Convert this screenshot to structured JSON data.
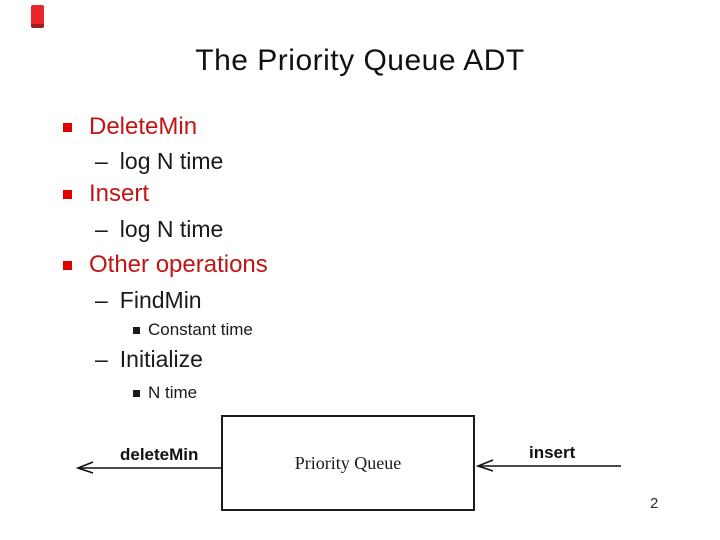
{
  "slide": {
    "title": "The Priority Queue ADT",
    "page_number": "2",
    "colors": {
      "bullet_text_red": "#c21414",
      "bullet_square_red": "#e00000",
      "body_text": "#1a1a1a",
      "red_tab": "#e8262b",
      "background": "#ffffff"
    }
  },
  "markers": {
    "dash": "–"
  },
  "bullets": {
    "items": [
      {
        "level": 1,
        "text": "DeleteMin"
      },
      {
        "level": 2,
        "text": "log N time"
      },
      {
        "level": 1,
        "text": "Insert"
      },
      {
        "level": 2,
        "text": "log N time"
      },
      {
        "level": 1,
        "text": "Other operations"
      },
      {
        "level": 2,
        "text": "FindMin"
      },
      {
        "level": 3,
        "text": "Constant time"
      },
      {
        "level": 2,
        "text": "Initialize"
      },
      {
        "level": 3,
        "text": "N time"
      }
    ]
  },
  "diagram": {
    "box_label": "Priority Queue",
    "left_arrow_label": "deleteMin",
    "right_arrow_label": "insert"
  }
}
